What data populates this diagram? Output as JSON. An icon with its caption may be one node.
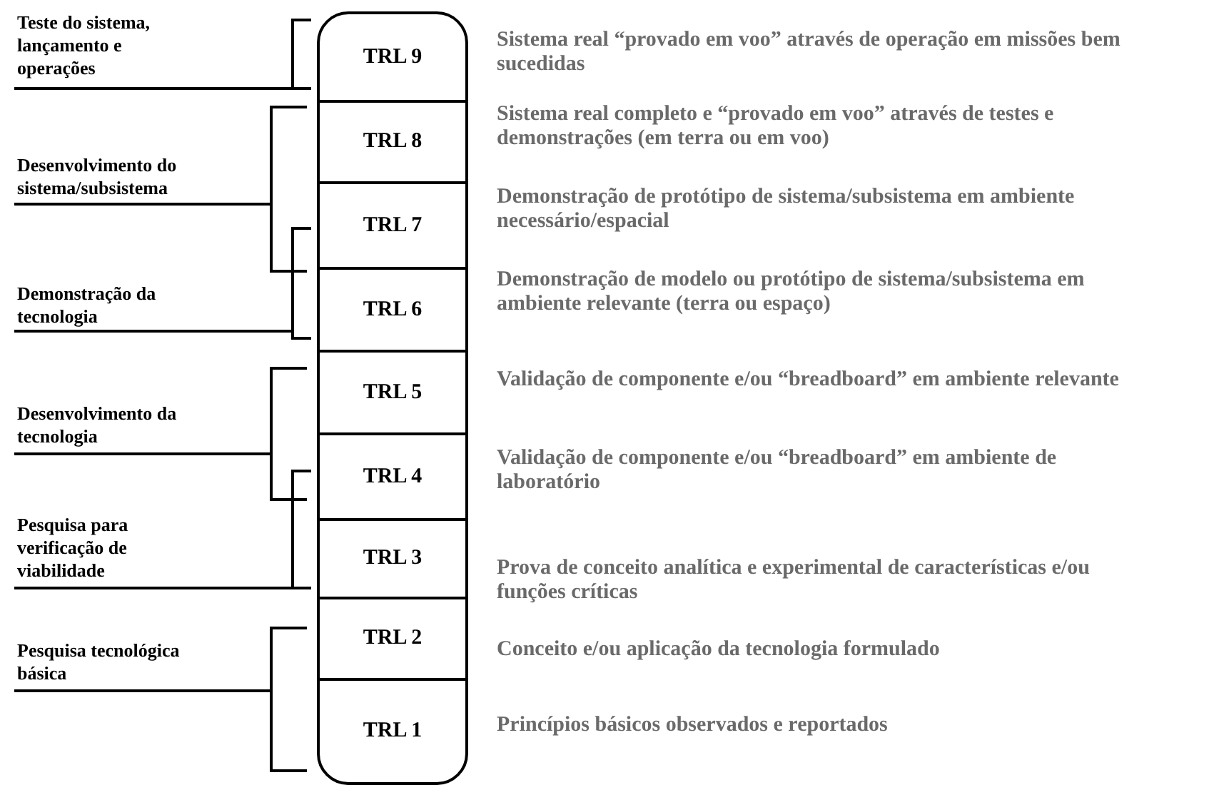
{
  "diagram": {
    "nodes": [
      {
        "text": [],
        "shape": "box"
      },
      {
        "text": [
          "TRL 9"
        ],
        "in": 0
      },
      {
        "text": [
          "TRL 8"
        ],
        "in": 0
      },
      {
        "text": [
          "TRL 7"
        ],
        "in": 0
      },
      {
        "text": [
          "TRL 6"
        ],
        "in": 0
      },
      {
        "text": [
          "TRL 5"
        ],
        "in": 0
      },
      {
        "text": [
          "TRL 4"
        ],
        "in": 0
      },
      {
        "text": [
          "TRL 3"
        ],
        "in": 0
      },
      {
        "text": [
          "TRL 2"
        ],
        "in": 0
      },
      {
        "text": [
          "TRL 1"
        ],
        "in": 0
      }
    ],
    "labels": [
      "Teste do sistema, lançamento e operações",
      "Sistema real “provado em voo” através de operação em missões bem sucedidas",
      "Sistema real completo e “provado em voo” através de testes e demonstrações (em terra ou em voo)",
      "Desenvolvimento do sistema/subsistema",
      "Demonstração de protótipo de sistema/subsistema em ambiente necessário/espacial",
      "Demonstração da tecnologia",
      "Demonstração de modelo ou protótipo de sistema/subsistema em ambiente relevante (terra ou espaço)",
      "Validação de componente e/ou “breadboard” em ambiente relevante",
      "Desenvolvimento da tecnologia",
      "Validação de componente e/ou “breadboard” em ambiente de laboratório",
      "Pesquisa para verificação de viabilidade",
      "Prova de conceito analítica e experimental de características e/ou funções críticas",
      "Pesquisa tecnológica básica",
      "Conceito e/ou aplicação da tecnologia formulado",
      "Princípios básicos observados e reportados"
    ]
  }
}
